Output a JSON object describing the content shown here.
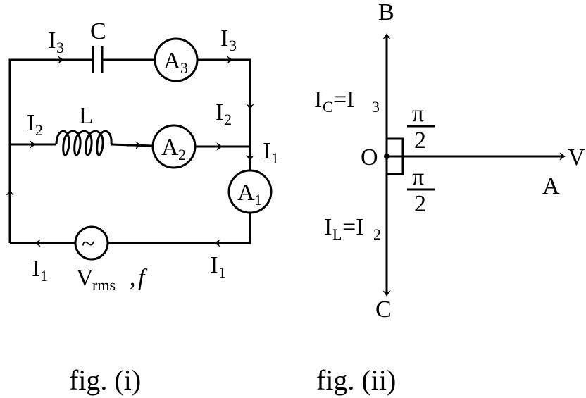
{
  "fig1": {
    "caption": "fig. (i)",
    "capacitor": "C",
    "inductor": "L",
    "ammeter_letter": "A",
    "ammeters": [
      "3",
      "2",
      "1"
    ],
    "current_letter": "I",
    "currents": {
      "i3": "3",
      "i2": "2",
      "i1": "1"
    },
    "source_symbol": "~",
    "source_label_main": "V",
    "source_label_sub": "rms",
    "source_label_sep": ",",
    "source_label_f": "f"
  },
  "fig2": {
    "caption": "fig. (ii)",
    "B": "B",
    "C": "C",
    "O": "O",
    "V": "V",
    "A": "A",
    "ic_label": {
      "I": "I",
      "sub": "C",
      "eq": "=I",
      "sub2": "3"
    },
    "il_label": {
      "I": "I",
      "sub": "L",
      "eq": "=I",
      "sub2": "2"
    },
    "pi": "π",
    "two": "2"
  }
}
